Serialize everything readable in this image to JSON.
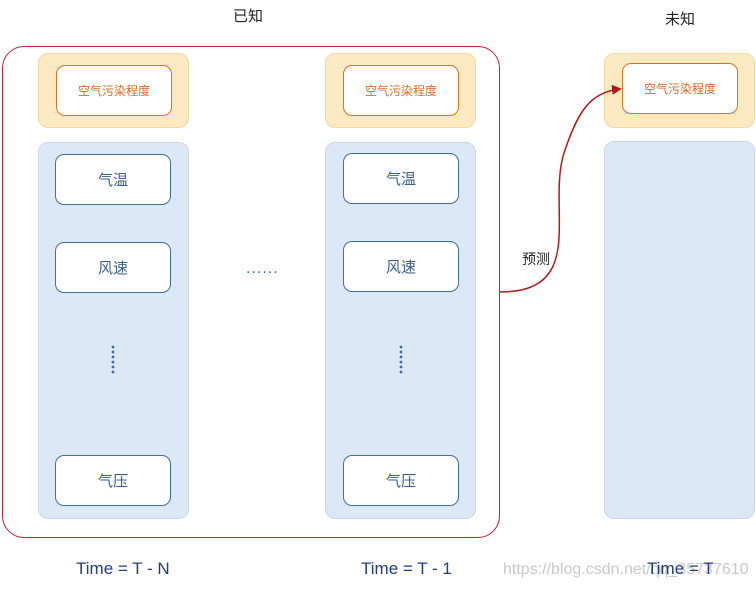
{
  "labels": {
    "known": "已知",
    "unknown": "未知",
    "predict": "预测",
    "target": "空气污染程度",
    "features": [
      "气温",
      "风速",
      "气压"
    ],
    "h_ellipsis": "......",
    "time_first": "Time = T - N",
    "time_prev": "Time = T - 1",
    "time_now": "Time = T"
  },
  "watermark": "https://blog.csdn.net/qq_35737610",
  "colors": {
    "known_border": "#c8202c",
    "arrow": "#b21a1a",
    "target_fill": "#fde9c2",
    "target_border": "#e0701e",
    "feature_fill": "#dce8f5",
    "feature_border": "#3f6fa6",
    "time_text": "#1f3f7a"
  }
}
